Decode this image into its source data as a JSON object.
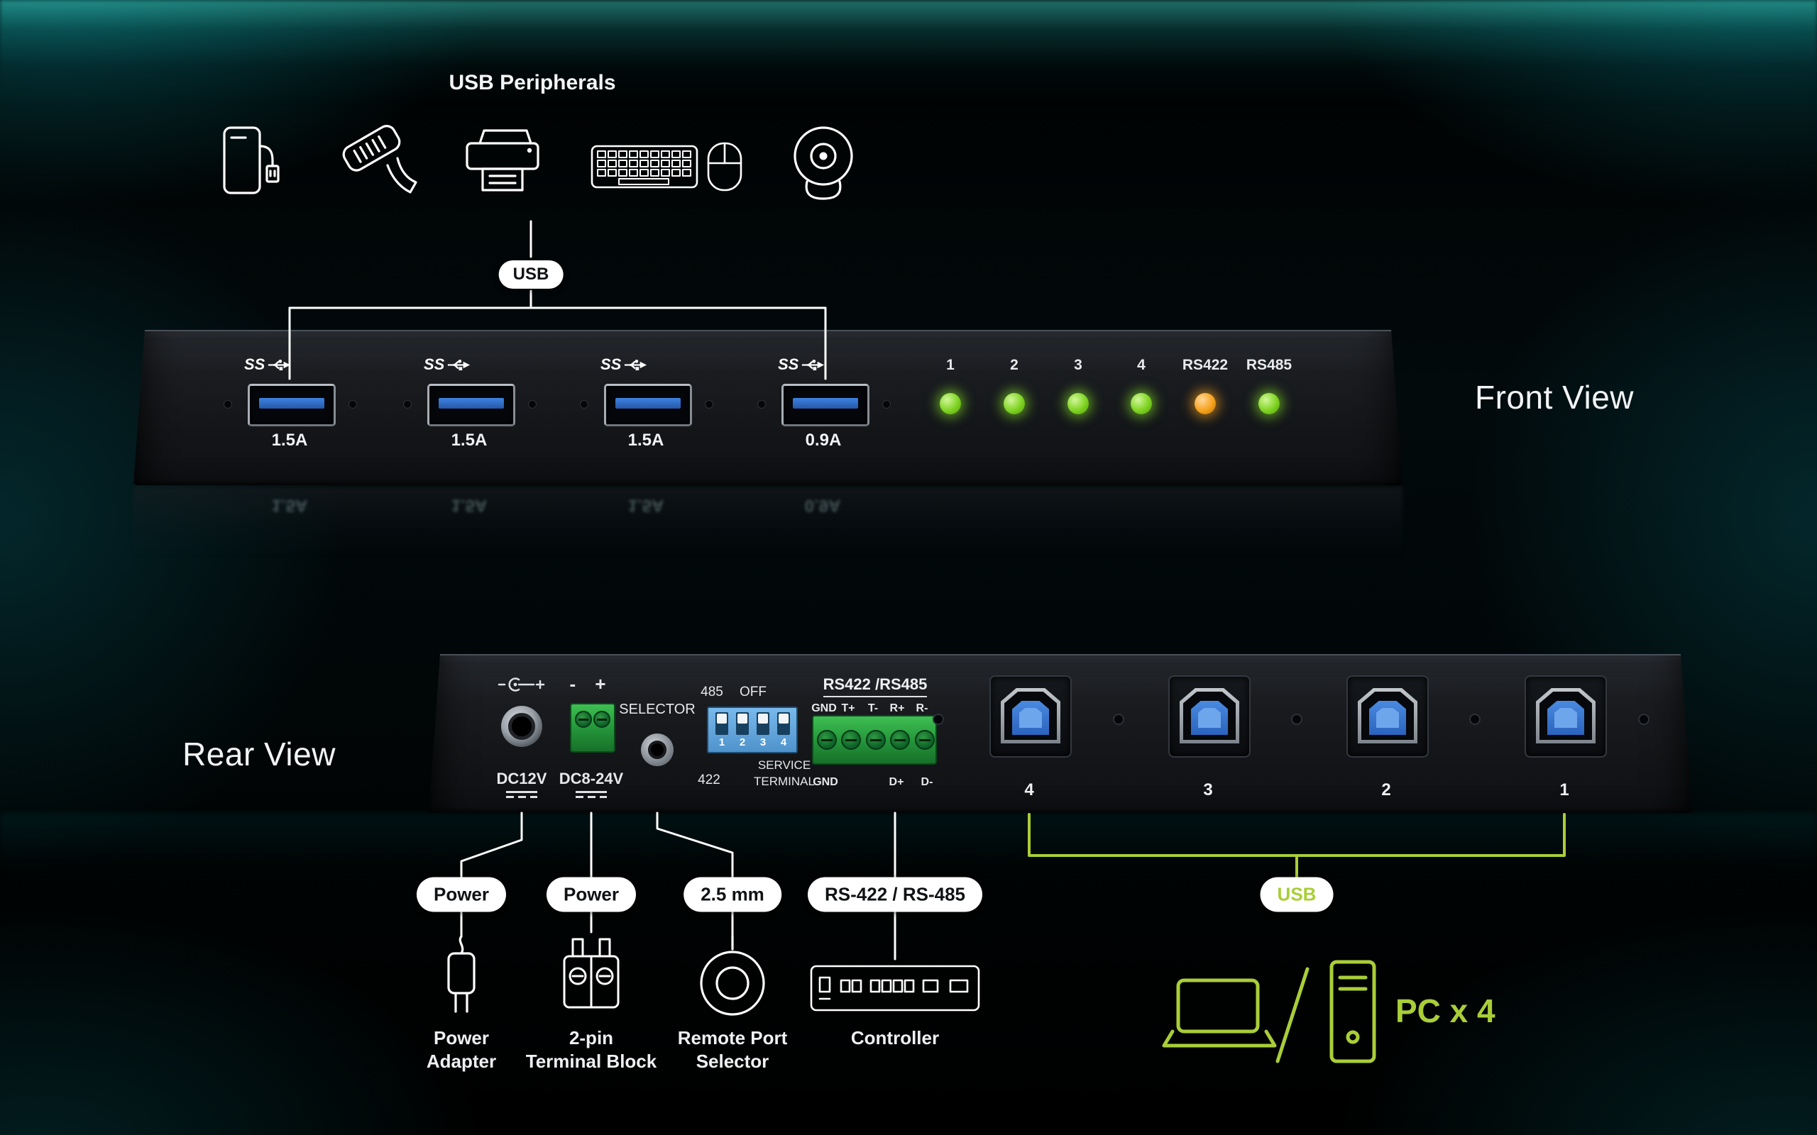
{
  "device": {
    "front_view_label": "Front View",
    "rear_view_label": "Rear View"
  },
  "peripherals": {
    "title": "USB Peripherals",
    "usb_badge": "USB",
    "icons": [
      "storage-device",
      "barcode-scanner",
      "printer",
      "keyboard-mouse",
      "webcam"
    ]
  },
  "front_panel": {
    "usb_logo_text": "SS",
    "ports": [
      {
        "current": "1.5A"
      },
      {
        "current": "1.5A"
      },
      {
        "current": "1.5A"
      },
      {
        "current": "0.9A"
      }
    ],
    "leds": [
      {
        "label": "1",
        "color": "green"
      },
      {
        "label": "2",
        "color": "green"
      },
      {
        "label": "3",
        "color": "green"
      },
      {
        "label": "4",
        "color": "green"
      },
      {
        "label": "RS422",
        "color": "orange"
      },
      {
        "label": "RS485",
        "color": "green"
      }
    ]
  },
  "rear_panel": {
    "dc_jack_label": "DC12V",
    "terminal_polarity": "- +",
    "terminal_label": "DC8-24V",
    "selector_label": "SELECTOR",
    "dip": {
      "top_left": "485",
      "top_right": "OFF",
      "bottom_left": "422",
      "numbers": [
        "1",
        "2",
        "3",
        "4"
      ],
      "service_line1": "SERVICE",
      "service_line2": "TERMINAL"
    },
    "rs_terminal": {
      "title": "RS422 /RS485",
      "pins_top": [
        "GND",
        "T+",
        "T-",
        "R+",
        "R-"
      ],
      "pins_bottom": [
        "GND",
        "D+",
        "D-"
      ]
    },
    "usb_ports": [
      {
        "number": "4"
      },
      {
        "number": "3"
      },
      {
        "number": "2"
      },
      {
        "number": "1"
      }
    ]
  },
  "callouts": {
    "power_adapter": {
      "badge": "Power",
      "line1": "Power",
      "line2": "Adapter"
    },
    "terminal_block": {
      "badge": "Power",
      "line1": "2-pin",
      "line2": "Terminal Block"
    },
    "remote_selector": {
      "badge": "2.5 mm",
      "line1": "Remote Port",
      "line2": "Selector"
    },
    "controller": {
      "badge": "RS-422 / RS-485",
      "line1": "Controller"
    },
    "pc": {
      "badge": "USB",
      "label": "PC x 4"
    }
  },
  "colors": {
    "aten_green": "#a9ce38",
    "led_green": "#7ed321",
    "led_orange": "#f6a21d",
    "usb_blue": "#2f6fd0",
    "teal_glow": "#0e8c94"
  }
}
